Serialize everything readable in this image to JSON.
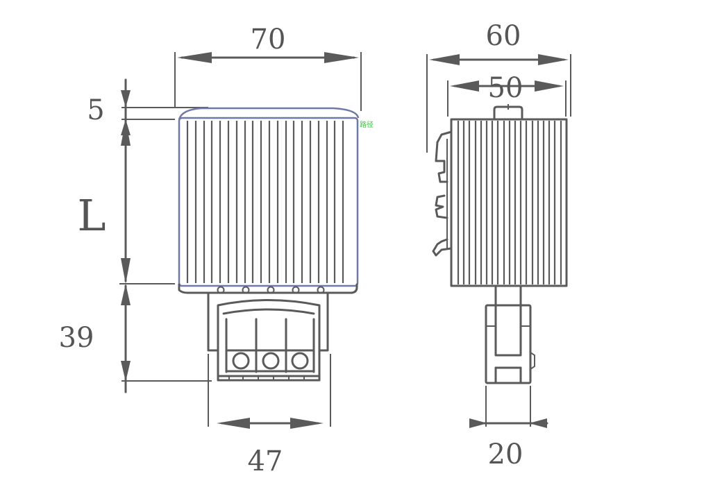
{
  "dimensions": {
    "width_top": "70",
    "left_height": "5",
    "body_length": "L",
    "bottom_height": "39",
    "bottom_width": "47",
    "side_outer": "60",
    "side_inner": "50",
    "side_bottom": "20"
  },
  "tag_label": "路径",
  "colors": {
    "line": "#5a5a5a",
    "outline": "#6f78a8",
    "tag": "#33cc33"
  }
}
